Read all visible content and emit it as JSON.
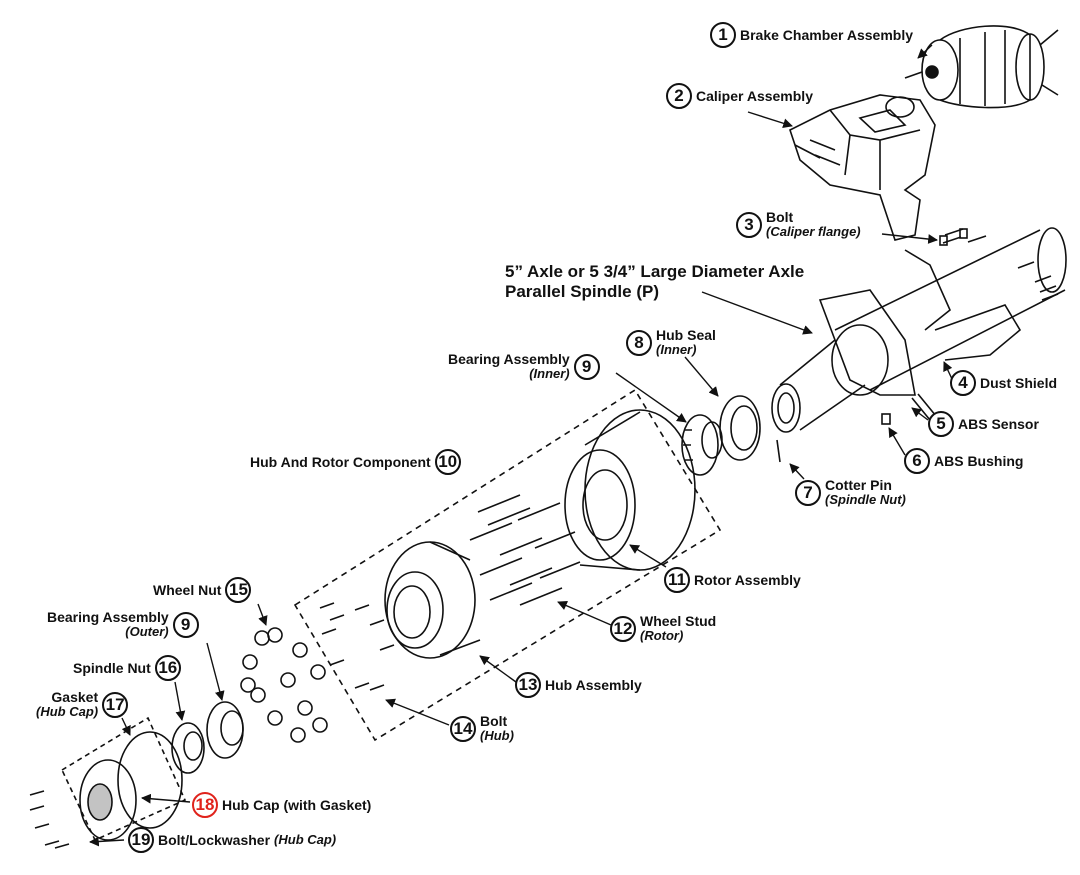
{
  "axle_title": {
    "line1": "5” Axle or 5 3/4” Large Diameter Axle",
    "line2": "Parallel Spindle (P)"
  },
  "callouts": [
    {
      "num": "1",
      "label": "Brake Chamber Assembly",
      "sub": ""
    },
    {
      "num": "2",
      "label": "Caliper Assembly",
      "sub": ""
    },
    {
      "num": "3",
      "label": "Bolt",
      "sub": "(Caliper flange)"
    },
    {
      "num": "4",
      "label": "Dust Shield",
      "sub": ""
    },
    {
      "num": "5",
      "label": "ABS Sensor",
      "sub": ""
    },
    {
      "num": "6",
      "label": "ABS Bushing",
      "sub": ""
    },
    {
      "num": "7",
      "label": "Cotter Pin",
      "sub": "(Spindle Nut)"
    },
    {
      "num": "8",
      "label": "Hub Seal",
      "sub": "(Inner)"
    },
    {
      "num": "9",
      "label": "Bearing Assembly",
      "sub": "(Inner)"
    },
    {
      "num": "10",
      "label": "Hub And Rotor Component",
      "sub": ""
    },
    {
      "num": "11",
      "label": "Rotor Assembly",
      "sub": ""
    },
    {
      "num": "12",
      "label": "Wheel Stud",
      "sub": "(Rotor)"
    },
    {
      "num": "13",
      "label": "Hub Assembly",
      "sub": ""
    },
    {
      "num": "14",
      "label": "Bolt",
      "sub": "(Hub)"
    },
    {
      "num": "15",
      "label": "Wheel Nut",
      "sub": ""
    },
    {
      "num": "9",
      "label": "Bearing Assembly",
      "sub": "(Outer)"
    },
    {
      "num": "16",
      "label": "Spindle Nut",
      "sub": ""
    },
    {
      "num": "17",
      "label": "Gasket",
      "sub": "(Hub Cap)"
    },
    {
      "num": "18",
      "label": "Hub Cap (with Gasket)",
      "sub": ""
    },
    {
      "num": "19",
      "label": "Bolt/Lockwasher",
      "sub": "(Hub Cap)"
    }
  ],
  "colors": {
    "ink": "#111111",
    "highlight": "#e0231c",
    "background": "#ffffff"
  }
}
